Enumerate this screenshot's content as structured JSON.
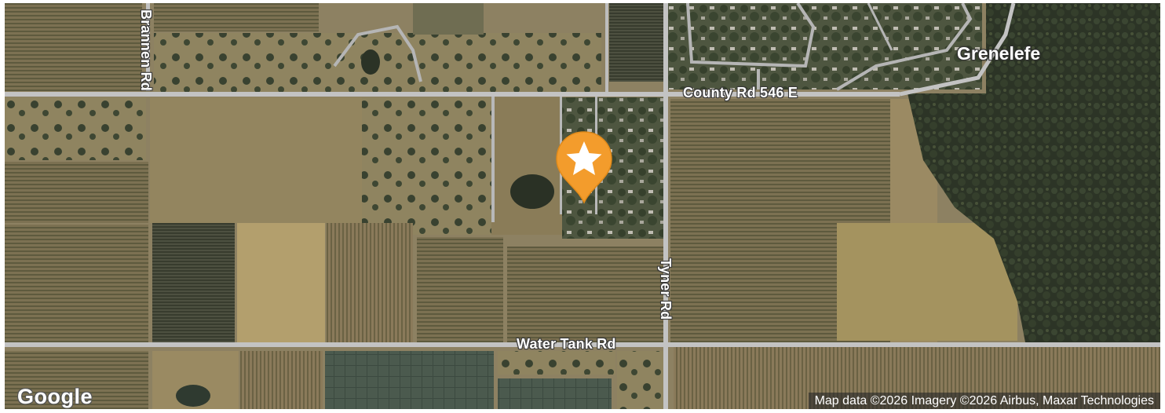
{
  "map": {
    "type": "satellite",
    "colors": {
      "road": "#bdbdbd",
      "pin": "#f39c2c",
      "pin_star": "#ffffff"
    }
  },
  "roads": {
    "county_rd": "County Rd 546 E",
    "water_tank_rd": "Water Tank Rd",
    "tyner_rd": "Tyner Rd",
    "brannen_rd": "Brannen Rd"
  },
  "places": {
    "grenelefe": "Grenelefe"
  },
  "marker": {
    "icon": "star-icon"
  },
  "branding": {
    "logo": "Google",
    "attribution": "Map data ©2026 Imagery ©2026 Airbus, Maxar Technologies"
  }
}
